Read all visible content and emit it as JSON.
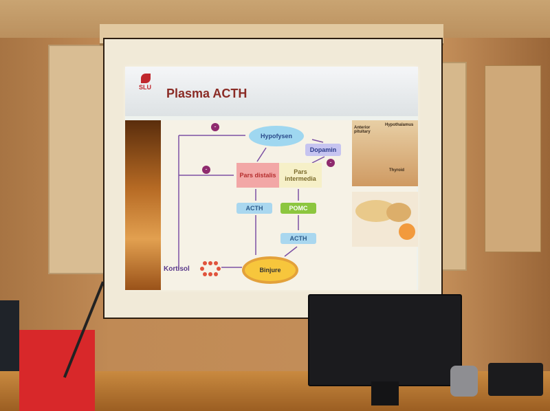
{
  "slide": {
    "logo_text": "SLU",
    "title": "Plasma ACTH"
  },
  "diagram": {
    "hypofysen": "Hypofysen",
    "dopamin": "Dopamin",
    "pars_distalis": "Pars distalis",
    "pars_intermedia": "Pars intermedia",
    "acth_left": "ACTH",
    "pomc": "POMC",
    "acth_right": "ACTH",
    "binjure": "Binjure",
    "kortisol": "Kortisol",
    "minus": "-"
  },
  "anatomy": {
    "anterior_pituitary": "Anterior pituitary",
    "hypothalamus": "Hypothalamus",
    "thyroid": "Thyroid"
  },
  "colors": {
    "title": "#8a2b25",
    "arrow": "#7b4fa3",
    "binjure": "#f7c63c"
  }
}
